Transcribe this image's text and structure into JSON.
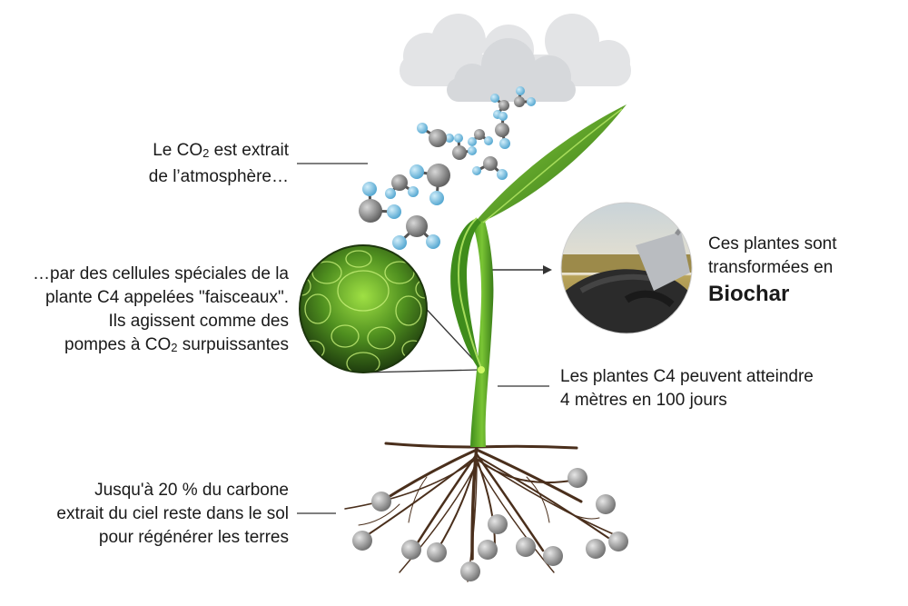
{
  "labels": {
    "co2_extract": {
      "line1_pre": "Le CO",
      "line1_sub": "2",
      "line1_post": " est extrait",
      "line2": "de l’atmosphère…"
    },
    "cells": {
      "line1": "…par des cellules spéciales de la",
      "line2": "plante C4 appelées \"faisceaux\".",
      "line3": "Ils agissent comme des",
      "line4_pre": "pompes à CO",
      "line4_sub": "2",
      "line4_post": " surpuissantes"
    },
    "biochar": {
      "line1": "Ces plantes sont",
      "line2": "transformées en",
      "line3": "Biochar"
    },
    "height": {
      "line1": "Les plantes C4 peuvent atteindre",
      "line2": "4 mètres en 100 jours"
    },
    "roots": {
      "line1": "Jusqu'à 20 % du carbone",
      "line2": "extrait du ciel reste dans le sol",
      "line3": "pour régénérer les terres"
    }
  },
  "colors": {
    "cloud": "#e3e4e6",
    "leaf_dark": "#2f7a1e",
    "leaf_light": "#6cbb2a",
    "stem": "#5aa323",
    "root": "#4a2f1c",
    "oxygen_atom": "#7ec6e6",
    "carbon_atom": "#8a8a8a",
    "soil_ball": "#9a9a9a",
    "line": "#333333"
  }
}
